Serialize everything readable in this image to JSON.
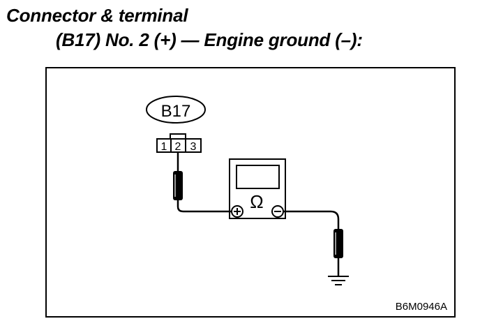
{
  "title": {
    "line1": "Connector & terminal",
    "line2": "(B17) No. 2 (+) — Engine ground (–):"
  },
  "diagram": {
    "connector_id": "B17",
    "terminals": [
      "1",
      "2",
      "3"
    ],
    "meter_symbol": "Ω",
    "ground_symbol": "ground-icon",
    "figure_code": "B6M0946A"
  }
}
